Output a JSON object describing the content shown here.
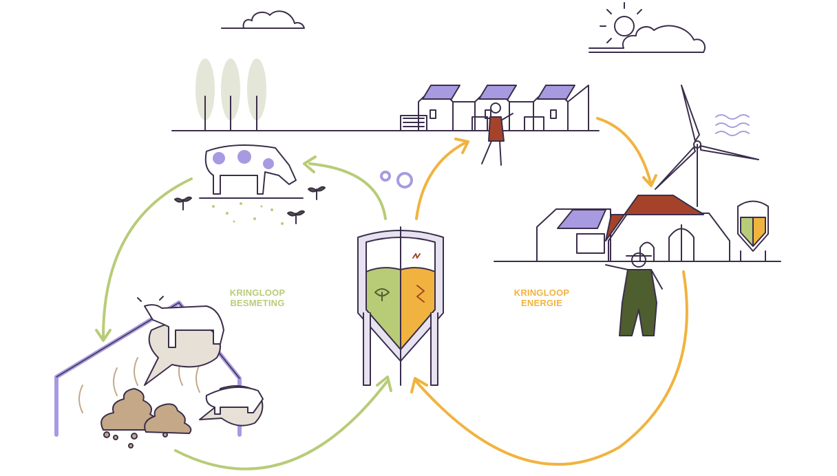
{
  "labels": {
    "infection_cycle": [
      "KRINGLOOP",
      "BESMETING"
    ],
    "energy_cycle": [
      "KRINGLOOP",
      "ENERGIE"
    ]
  },
  "colors": {
    "infection": "#b8cc78",
    "energy": "#f1b33f",
    "outline": "#3a2d4a",
    "accent": "#a89ae0",
    "manure": "#c4a888",
    "roof": "#a5432a"
  }
}
